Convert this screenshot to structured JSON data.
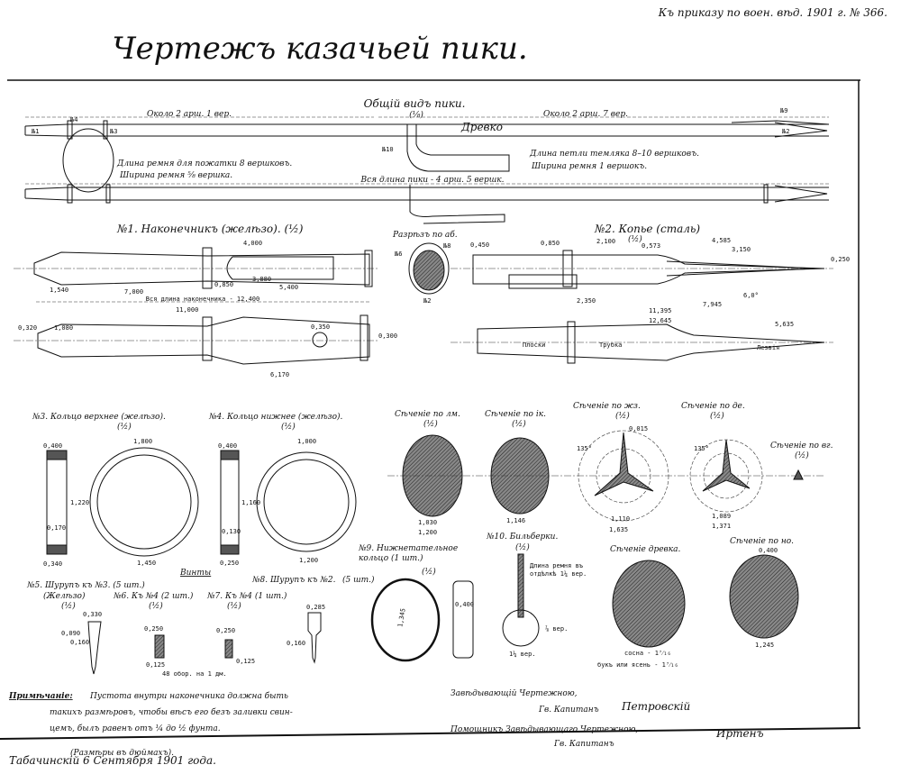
{
  "header_note": "Къ приказу по воен. вѣд. 1901 г. № 366.",
  "title": "Чертежъ казачьей пики.",
  "general_view": {
    "heading": "Общій видъ пики.",
    "scale": "(⅛)",
    "left_length": "Около 2 арш. 1 вер.",
    "right_length": "Около 2 арш. 7 вер.",
    "shaft": "Древко",
    "strap_len": "Длина ремня для пожатки 8 вершковъ.",
    "strap_width": "Ширина ремня ⅝ вершка.",
    "loop_len": "Длина петли темляка 8–10 вершковъ.",
    "loop_width": "Ширина ремня 1 вершокъ.",
    "total_length": "Вся длина пики - 4 арш. 5 вершк.",
    "labels": {
      "n1": "№1",
      "n2": "№2",
      "n3": "№3",
      "n4": "№4",
      "n9": "№9",
      "n10": "№10"
    }
  },
  "part1": {
    "heading": "№1. Наконечникъ (желѣзо). (½)",
    "total": "Вся длина наконечника - 12,400",
    "dims": [
      "4,000",
      "3,880",
      "5,400",
      "1,540",
      "7,000",
      "11,000",
      "6,170",
      "0,320",
      "1,080",
      "0,350",
      "0,300",
      "0,850"
    ]
  },
  "cut_ab": {
    "heading": "Разрѣзъ по аб.",
    "labels": [
      "№6",
      "№8",
      "№2"
    ]
  },
  "part2": {
    "heading": "№2. Копье (сталь)",
    "scale": "(½)",
    "dims": [
      "0,450",
      "0,850",
      "2,100",
      "0,573",
      "4,585",
      "3,150",
      "0,250",
      "2,350",
      "7,945",
      "6,0°",
      "11,395",
      "12,645",
      "5,635"
    ],
    "flat": "Плоски",
    "edge": "Лезвія",
    "tube": "Трубка"
  },
  "part3": {
    "heading": "№3. Кольцо верхнее (желѣзо).",
    "scale": "(½)",
    "dims": [
      "0,400",
      "1,800",
      "1,220",
      "0,170",
      "0,340",
      "1,450"
    ]
  },
  "part4": {
    "heading": "№4. Кольцо нижнее (желѣзо).",
    "scale": "(½)",
    "dims": [
      "0,400",
      "1,000",
      "1,160",
      "0,130",
      "0,250",
      "1,200"
    ]
  },
  "sections": [
    {
      "label": "Сѣченіе по лм.",
      "scale": "(½)",
      "dims": [
        "1,030",
        "1,200"
      ]
    },
    {
      "label": "Сѣченіе по ік.",
      "scale": "(½)",
      "dims": [
        "1,146"
      ]
    },
    {
      "label": "Сѣченіе по жз.",
      "scale": "(½)",
      "dims": [
        "0,015",
        "135°",
        "1,110",
        "1,635"
      ]
    },
    {
      "label": "Сѣченіе по де.",
      "scale": "(½)",
      "dims": [
        "135°",
        "1,089",
        "1,371"
      ]
    },
    {
      "label": "Сѣченіе по вг.",
      "scale": "(½)"
    }
  ],
  "part9": {
    "heading": "№9. Нижнетательное кольцо (1 шт.)",
    "scale": "(½)",
    "dims": [
      "1,345",
      "0,400"
    ]
  },
  "part10": {
    "heading": "№10. Бильберки.",
    "scale": "(½)",
    "strap": "Длина ремня въ отдѣлкѣ 1¼ вер.",
    "dims": [
      "1¼ вер.",
      "⅞ вер."
    ]
  },
  "shaft_section": {
    "heading": "Сѣченіе древка.",
    "pine": "сосна - 1⁷⁄₁₆",
    "beech": "букъ или ясень - 1⁷⁄₁₆"
  },
  "section_no": {
    "heading": "Сѣченіе по но.",
    "dims": [
      "0,400",
      "1,245"
    ]
  },
  "screws": {
    "group": "Винты",
    "n5": {
      "heading": "№5. Шурупъ къ №3. (5 шт.)",
      "material": "(Желѣзо)",
      "scale": "(½)",
      "dims": [
        "0,330",
        "0,090",
        "0,160"
      ]
    },
    "n6": {
      "heading": "№6. Къ №4 (2 шт.)",
      "scale": "(½)",
      "dims": [
        "0,250",
        "0,125"
      ]
    },
    "n7": {
      "heading": "№7. Къ №4 (1 шт.)",
      "scale": "(½)",
      "dims": [
        "0,250",
        "0,125"
      ],
      "thread": "48 обор. на 1 дм."
    },
    "n8": {
      "heading": "№8. Шурупъ къ №2.",
      "count": "(5 шт.)",
      "dims": [
        "0,285",
        "0,160"
      ]
    }
  },
  "note": {
    "label": "Примѣчаніе:",
    "line1": "Пустота внутри наконечника должна быть",
    "line2": "такихъ размѣровъ, чтобы вѣсъ его безъ заливки свин-",
    "line3": "цемъ, былъ равенъ отъ ¼ до ½ фунта.",
    "units": "(Размѣры въ дюймахъ)."
  },
  "signatures": {
    "head_title": "Завѣдывающій Чертежною,",
    "head_rank": "Гв. Капитанъ",
    "head_sig": "Петровскій",
    "assistant_title": "Помощникъ Завѣдывающаго Чертежною,",
    "assistant_rank": "Гв. Капитанъ",
    "assistant_sig": "Иртенъ"
  },
  "footer": "Табачинскій 6 Сентября 1901 года."
}
